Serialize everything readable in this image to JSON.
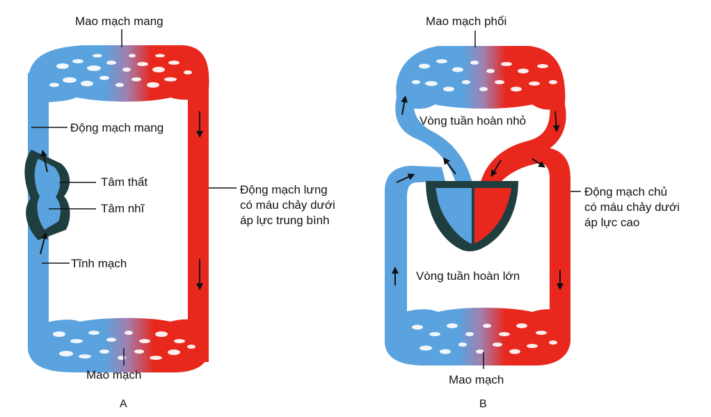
{
  "diagram_a": {
    "caption": "A",
    "labels": {
      "gill_capillaries": "Mao mạch mang",
      "gill_artery": "Động mạch mang",
      "ventricle": "Tâm thất",
      "atrium": "Tâm nhĩ",
      "vein": "Tĩnh mạch",
      "capillaries": "Mao mạch",
      "dorsal_aorta_lines": [
        "Động mạch lưng",
        "có máu chảy dưới",
        "áp lực trung bình"
      ]
    }
  },
  "diagram_b": {
    "caption": "B",
    "labels": {
      "lung_capillaries": "Mao mạch phổi",
      "pulmonary_circuit": "Vòng tuần hoàn nhỏ",
      "systemic_circuit": "Vòng tuần hoàn lớn",
      "capillaries": "Mao mạch",
      "aorta_lines": [
        "Động mạch chủ",
        "có máu chảy dưới",
        "áp lực cao"
      ]
    }
  },
  "colors": {
    "deoxygenated": "#5aa3de",
    "oxygenated": "#e8271d",
    "mixed": "#a27fae",
    "heart_dark": "#1f3e40"
  }
}
